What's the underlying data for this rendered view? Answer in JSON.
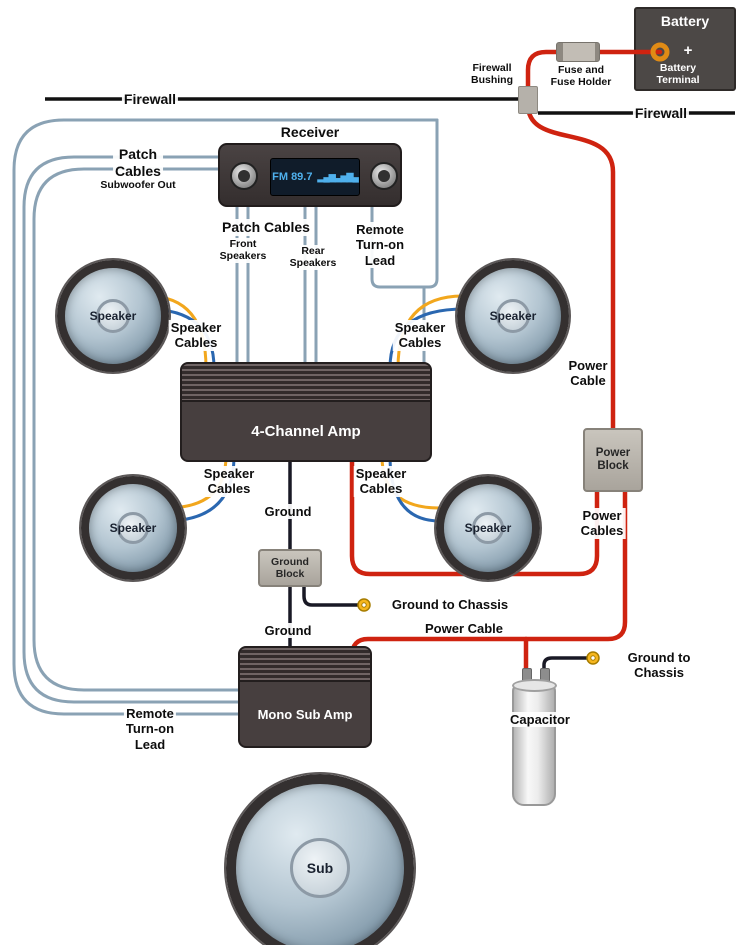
{
  "colors": {
    "power_cable": "#cf2310",
    "signal_cable": "#8aa2b4",
    "ground_cable": "#191925",
    "speaker_cable_yellow": "#f2a71d",
    "speaker_cable_blue": "#2a67b0",
    "component_gray": "#b5b1aa",
    "amp_body": "#473f3f",
    "connector_yellow": "#f6b61e"
  },
  "battery": {
    "title": "Battery",
    "plus": "+",
    "terminal_label": "Battery\nTerminal"
  },
  "fuse_label": "Fuse and\nFuse Holder",
  "firewall": {
    "left": "Firewall",
    "right": "Firewall",
    "bushing": "Firewall\nBushing"
  },
  "receiver": {
    "title": "Receiver",
    "display_text": "FM 89.7",
    "display_bars": "▂▄▆▃▅▇▄"
  },
  "patch_sub": {
    "title": "Patch\nCables",
    "subtitle": "Subwoofer Out"
  },
  "patch_mid": {
    "title": "Patch Cables",
    "front": "Front\nSpeakers",
    "rear": "Rear\nSpeakers"
  },
  "remote_top": "Remote\nTurn-on\nLead",
  "remote_bottom": "Remote\nTurn-on\nLead",
  "speaker_cables": "Speaker\nCables",
  "speaker_label": "Speaker",
  "amp4": {
    "label": "4-Channel Amp"
  },
  "mono_amp": {
    "label": "Mono Sub Amp"
  },
  "power_block": {
    "label": "Power\nBlock"
  },
  "ground_block": {
    "label": "Ground\nBlock"
  },
  "power_cable_right": "Power\nCable",
  "power_cables": "Power\nCables",
  "power_cable_mid": "Power Cable",
  "ground": "Ground",
  "ground_to_chassis": "Ground to Chassis",
  "capacitor_label": "Capacitor",
  "sub_label": "Sub"
}
